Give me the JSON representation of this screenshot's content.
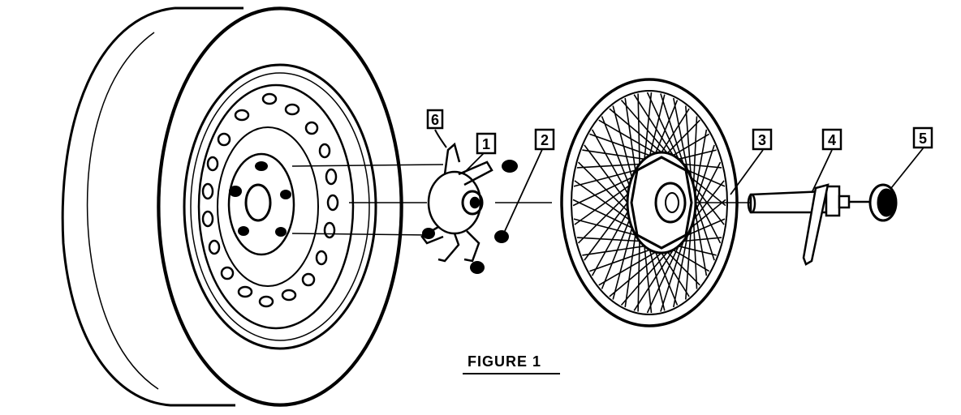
{
  "figure": {
    "caption": "FIGURE 1",
    "colors": {
      "ink": "#000000",
      "paper": "#ffffff"
    }
  },
  "callouts": [
    {
      "id": "1",
      "label": "1"
    },
    {
      "id": "2",
      "label": "2"
    },
    {
      "id": "3",
      "label": "3"
    },
    {
      "id": "4",
      "label": "4"
    },
    {
      "id": "5",
      "label": "5"
    },
    {
      "id": "6",
      "label": "6"
    }
  ]
}
